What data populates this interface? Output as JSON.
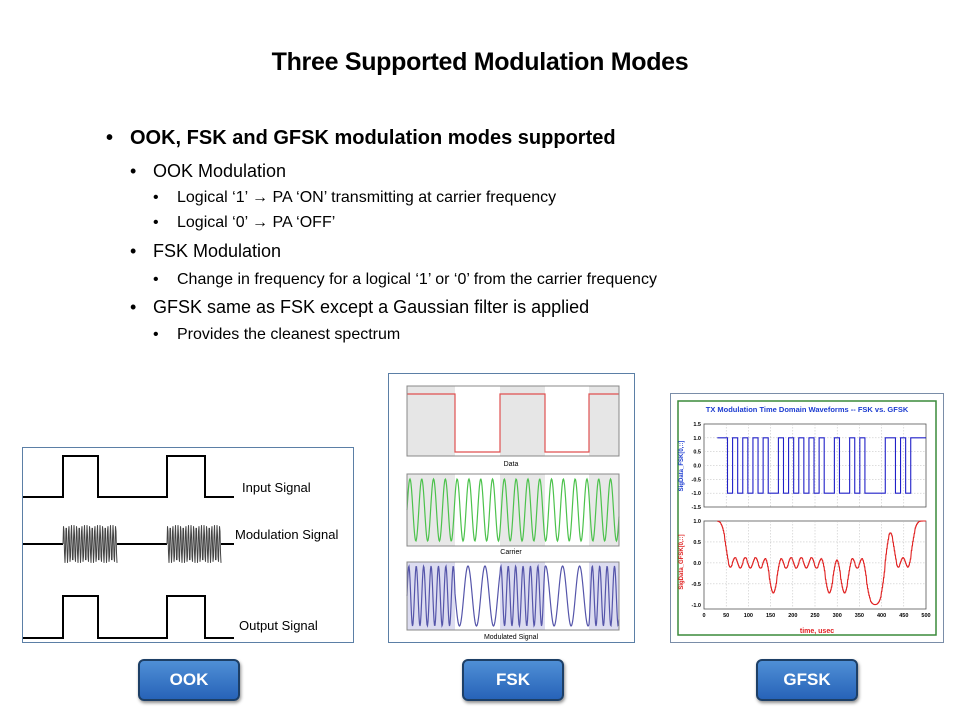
{
  "title": "Three Supported Modulation Modes",
  "bullets": {
    "b1": "OOK, FSK and GFSK modulation modes supported",
    "b1_1": "OOK Modulation",
    "b1_1_1": "Logical ‘1’ → PA ‘ON’ transmitting at carrier frequency",
    "b1_1_2": "Logical ‘0’ → PA ‘OFF’",
    "b1_2": "FSK Modulation",
    "b1_2_1": "Change in frequency for a logical ‘1’ or ‘0’ from the carrier frequency",
    "b1_3": "GFSK same as FSK except a Gaussian filter is applied",
    "b1_3_1": "Provides the cleanest spectrum",
    "bullet_char": "•"
  },
  "ook_panel": {
    "input_label": "Input Signal",
    "modulation_label": "Modulation Signal",
    "output_label": "Output Signal"
  },
  "fsk_panel": {
    "data_label": "Data",
    "carrier_label": "Carrier",
    "modulated_label": "Modulated Signal"
  },
  "gfsk_panel": {
    "title": "TX Modulation Time Domain Waveforms -- FSK vs. GFSK",
    "top_ylabel": "SigData_FSK[0,::]",
    "bottom_ylabel": "SigData_GFSK[0,::]",
    "xlabel": "time, usec",
    "top_yticks": [
      "1.5",
      "1.0",
      "0.5",
      "0.0",
      "-0.5",
      "-1.0",
      "-1.5"
    ],
    "bottom_yticks": [
      "1.0",
      "0.5",
      "0.0",
      "-0.5",
      "-1.0"
    ],
    "xticks": [
      "0",
      "50",
      "100",
      "150",
      "200",
      "250",
      "300",
      "350",
      "400",
      "450",
      "500"
    ]
  },
  "buttons": {
    "ook": "OOK",
    "fsk": "FSK",
    "gfsk": "GFSK"
  },
  "colors": {
    "badge_blue": "#2f6fc4",
    "gfsk_title_blue": "#1b3bd0",
    "fsk_trace_blue": "#2020c8",
    "gfsk_trace_red": "#e02020",
    "carrier_green": "#4cc24c",
    "modulated_blue": "#5555aa",
    "data_red": "#e05050"
  }
}
